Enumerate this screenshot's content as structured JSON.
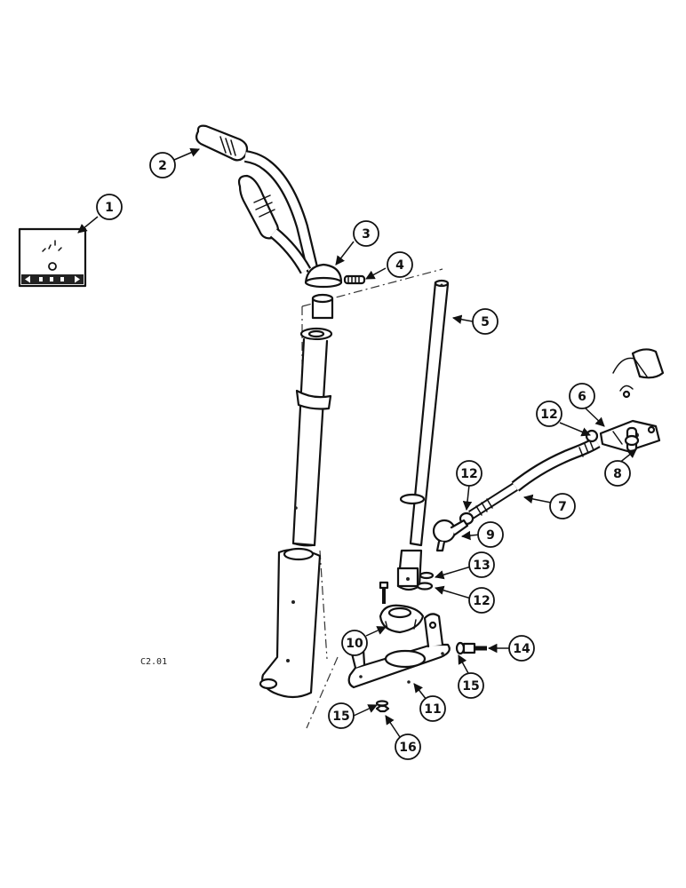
{
  "figure_ref": "C2.01",
  "callouts": [
    {
      "label": "1"
    },
    {
      "label": "2"
    },
    {
      "label": "3"
    },
    {
      "label": "4"
    },
    {
      "label": "5"
    },
    {
      "label": "6"
    },
    {
      "label": "7"
    },
    {
      "label": "8"
    },
    {
      "label": "9"
    },
    {
      "label": "10"
    },
    {
      "label": "11"
    },
    {
      "label": "12"
    },
    {
      "label": "12"
    },
    {
      "label": "12"
    },
    {
      "label": "13"
    },
    {
      "label": "14"
    },
    {
      "label": "15"
    },
    {
      "label": "15"
    },
    {
      "label": "16"
    }
  ]
}
